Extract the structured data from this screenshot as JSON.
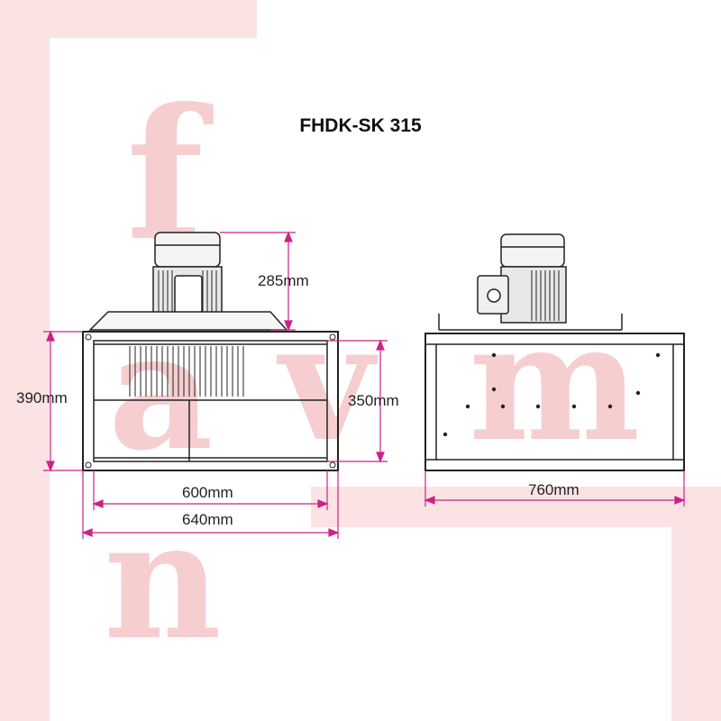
{
  "title": "FHDK-SK 315",
  "watermark": {
    "letters": [
      "f",
      "a",
      "v",
      "m",
      "n"
    ]
  },
  "dimensions": {
    "motor_height": "285mm",
    "outer_height": "390mm",
    "inner_height": "350mm",
    "inner_width": "600mm",
    "outer_width": "640mm",
    "length": "760mm"
  },
  "colors": {
    "dimension_line": "#cc2288",
    "drawing_line": "#222222",
    "watermark": "#f5c6c8"
  }
}
